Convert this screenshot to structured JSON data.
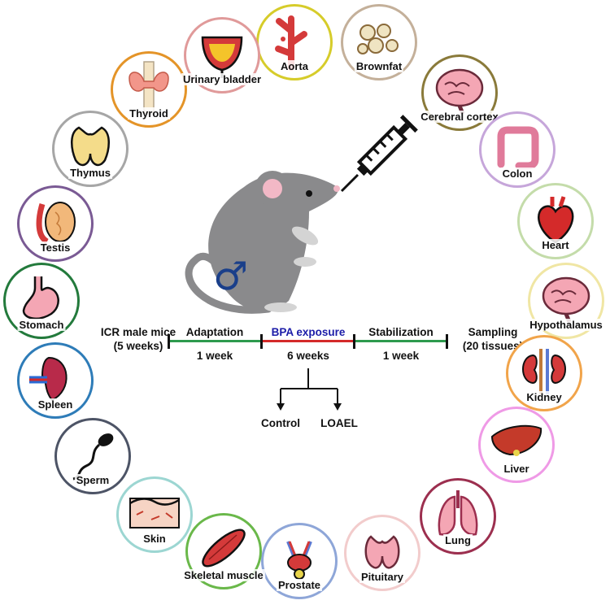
{
  "organs": [
    {
      "id": "aorta",
      "label": "Aorta",
      "color": "#d6cc2a",
      "icon": "aorta-icon"
    },
    {
      "id": "brownfat",
      "label": "Brownfat",
      "color": "#c4b09a",
      "icon": "brownfat-icon"
    },
    {
      "id": "cerebral-cortex",
      "label": "Cerebral cortex",
      "color": "#8a7a3a",
      "icon": "brain-icon"
    },
    {
      "id": "colon",
      "label": "Colon",
      "color": "#c6a6da",
      "icon": "colon-icon"
    },
    {
      "id": "heart",
      "label": "Heart",
      "color": "#c4dcaa",
      "icon": "heart-icon"
    },
    {
      "id": "hypothalamus",
      "label": "Hypothalamus",
      "color": "#f0e6a4",
      "icon": "brain-icon"
    },
    {
      "id": "kidney",
      "label": "Kidney",
      "color": "#f1a44a",
      "icon": "kidney-icon"
    },
    {
      "id": "liver",
      "label": "Liver",
      "color": "#ef9ae6",
      "icon": "liver-icon"
    },
    {
      "id": "lung",
      "label": "Lung",
      "color": "#9c2f4f",
      "icon": "lung-icon"
    },
    {
      "id": "pituitary",
      "label": "Pituitary",
      "color": "#f2cccc",
      "icon": "pituitary-icon"
    },
    {
      "id": "prostate",
      "label": "Prostate",
      "color": "#8ea6d8",
      "icon": "prostate-icon"
    },
    {
      "id": "skeletal-muscle",
      "label": "Skeletal muscle",
      "color": "#6ab84a",
      "icon": "muscle-icon"
    },
    {
      "id": "skin",
      "label": "Skin",
      "color": "#9cd6d2",
      "icon": "skin-icon"
    },
    {
      "id": "sperm",
      "label": "Sperm",
      "color": "#4d5466",
      "icon": "sperm-icon"
    },
    {
      "id": "spleen",
      "label": "Spleen",
      "color": "#2e7cb8",
      "icon": "spleen-icon"
    },
    {
      "id": "stomach",
      "label": "Stomach",
      "color": "#237a3c",
      "icon": "stomach-icon"
    },
    {
      "id": "testis",
      "label": "Testis",
      "color": "#7a5a94",
      "icon": "testis-icon"
    },
    {
      "id": "thymus",
      "label": "Thymus",
      "color": "#a6a6a6",
      "icon": "thymus-icon"
    },
    {
      "id": "thyroid",
      "label": "Thyroid",
      "color": "#e49428",
      "icon": "thyroid-icon"
    },
    {
      "id": "urinary-bladder",
      "label": "Urinary bladder",
      "color": "#e09a9a",
      "icon": "bladder-icon"
    }
  ],
  "timeline": {
    "start_line1": "ICR male mice",
    "start_line2": "(5 weeks)",
    "adaptation_label": "Adaptation",
    "adaptation_duration": "1 week",
    "exposure_label": "BPA exposure",
    "exposure_duration": "6 weeks",
    "stabilization_label": "Stabilization",
    "stabilization_duration": "1 week",
    "end_line1": "Sampling",
    "end_line2": "(20 tissues)",
    "groups": [
      "Control",
      "LOAEL"
    ],
    "colors": {
      "adaptation": "#2e9a4e",
      "exposure": "#d42a2a",
      "stabilization": "#2e9a4e",
      "exposure_text": "#1c1ca8"
    }
  },
  "mouse": {
    "color": "#8a8a8c",
    "ear_inner": "#f2b8c6",
    "symbol": "♂",
    "symbol_color": "#1a3f8a"
  }
}
